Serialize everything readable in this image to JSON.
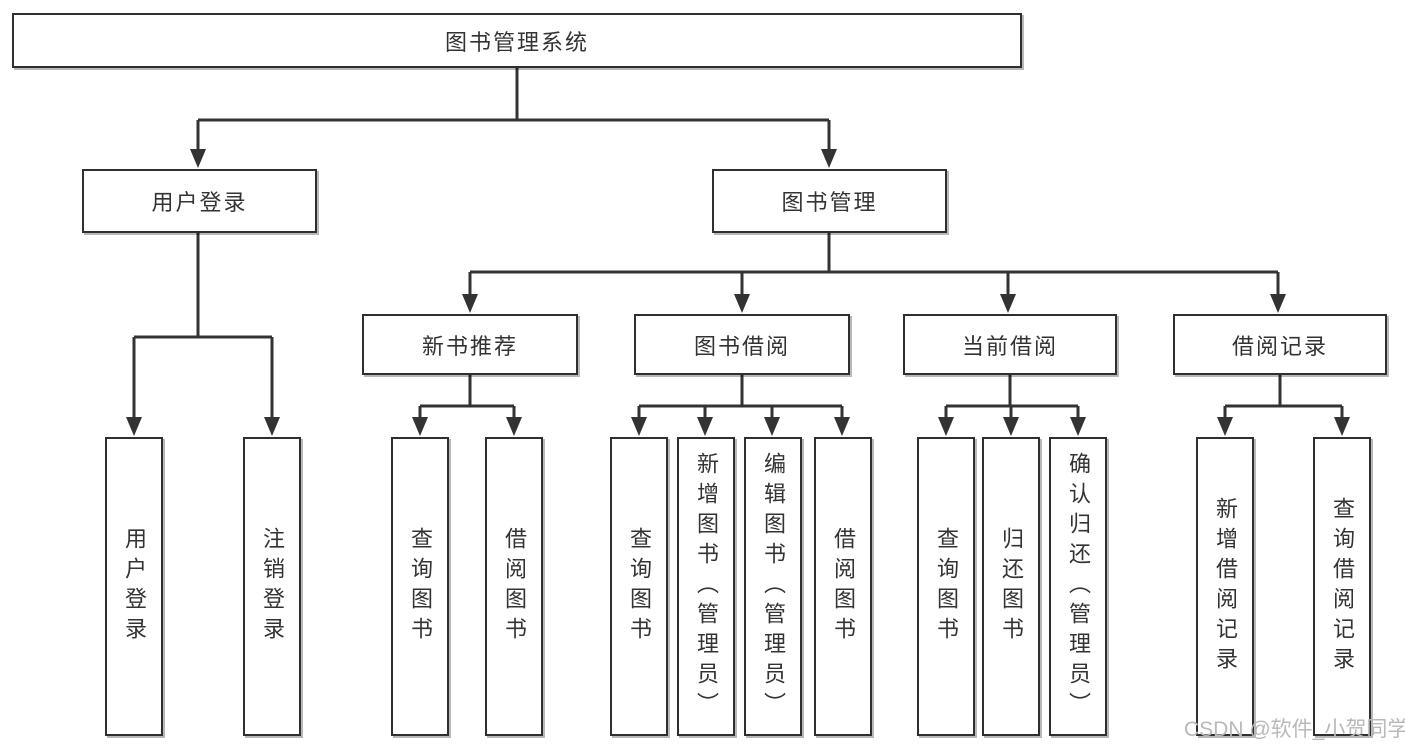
{
  "colors": {
    "line": "#333333",
    "box_border": "#2f2f2f",
    "box_fill": "#ffffff",
    "text": "#333333",
    "watermark_text": "#b9b9b9",
    "background": "#ffffff"
  },
  "tree": {
    "root": "图书管理系统",
    "login_branch": {
      "label": "用户登录",
      "children": [
        "用户登录",
        "注销登录"
      ]
    },
    "management_branch": {
      "label": "图书管理",
      "groups": [
        {
          "label": "新书推荐",
          "children": [
            "查询图书",
            "借阅图书"
          ]
        },
        {
          "label": "图书借阅",
          "children": [
            "查询图书",
            "新增图书（管理员）",
            "编辑图书（管理员）",
            "借阅图书"
          ]
        },
        {
          "label": "当前借阅",
          "children": [
            "查询图书",
            "归还图书",
            "确认归还（管理员）"
          ]
        },
        {
          "label": "借阅记录",
          "children": [
            "新增借阅记录",
            "查询借阅记录"
          ]
        }
      ]
    }
  },
  "watermark": "CSDN @软件_小贺同学"
}
